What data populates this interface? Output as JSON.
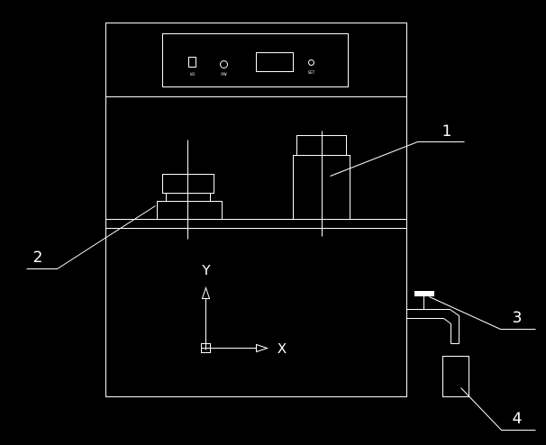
{
  "callouts": {
    "c1": "1",
    "c2": "2",
    "c3": "3",
    "c4": "4"
  },
  "axes": {
    "x": "X",
    "y": "Y"
  },
  "panel": {
    "switch_label": "I/O",
    "lamp_label": "PW",
    "knob_label": "SET"
  },
  "colors": {
    "background": "#000000",
    "line": "#ffffff"
  }
}
